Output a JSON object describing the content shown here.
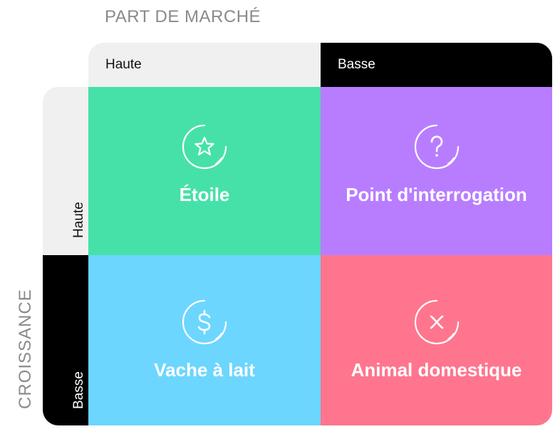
{
  "axis": {
    "market_share_title": "PART DE MARCHÉ",
    "growth_title": "CROISSANCE"
  },
  "columns": {
    "high": "Haute",
    "low": "Basse"
  },
  "rows": {
    "high": "Haute",
    "low": "Basse"
  },
  "quadrants": {
    "star": {
      "label": "Étoile",
      "color": "#46e1a8",
      "icon": "star-icon"
    },
    "question": {
      "label": "Point d'interrogation",
      "color": "#b87dff",
      "icon": "question-mark-icon"
    },
    "cow": {
      "label": "Vache à lait",
      "color": "#6cd6ff",
      "icon": "dollar-icon"
    },
    "dog": {
      "label": "Animal domestique",
      "color": "#ff758e",
      "icon": "close-x-icon"
    }
  }
}
